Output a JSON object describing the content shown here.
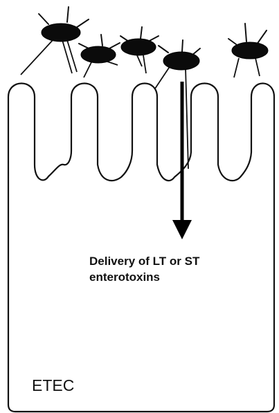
{
  "caption": {
    "line1": "Delivery of LT or ST",
    "line2": "enterotoxins"
  },
  "strain_label": "ETEC",
  "colors": {
    "ink": "#111111",
    "background": "#ffffff"
  }
}
